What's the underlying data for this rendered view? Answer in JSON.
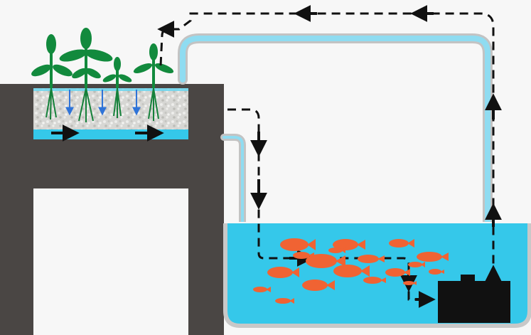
{
  "caption": "",
  "colors": {
    "background": "#f7f7f7",
    "frame": "#4a4644",
    "gravel": "#d9d9d6",
    "water": "#35c8ea",
    "water_light": "#63d6f0",
    "pipe_outline": "#c3c3c3",
    "pipe_fill": "#8fdcf1",
    "plant_green": "#128a3d",
    "fish": "#f06333",
    "flow_line": "#111111",
    "pump": "#111111",
    "downflow_arrow": "#2f74d8"
  },
  "diagram": {
    "plants": [
      {
        "name": "plant-1"
      },
      {
        "name": "plant-2"
      },
      {
        "name": "plant-3"
      },
      {
        "name": "plant-4"
      }
    ],
    "fish_count": 18,
    "flow_direction_description": "",
    "arrows": [
      {
        "name": "top-left-flow-arrow",
        "icon": "arrow-left-icon"
      },
      {
        "name": "top-right-flow-arrow",
        "icon": "arrow-left-icon"
      },
      {
        "name": "right-up-flow-arrow",
        "icon": "arrow-up-icon"
      },
      {
        "name": "right-up-flow-arrow-lower",
        "icon": "arrow-up-icon"
      },
      {
        "name": "left-drop-arrow",
        "icon": "arrow-down-icon"
      },
      {
        "name": "tank-flow-arrow",
        "icon": "arrow-right-icon"
      },
      {
        "name": "outlet-arrow",
        "icon": "arrow-down-icon"
      },
      {
        "name": "pump-inlet-arrow",
        "icon": "arrow-right-icon"
      }
    ]
  }
}
